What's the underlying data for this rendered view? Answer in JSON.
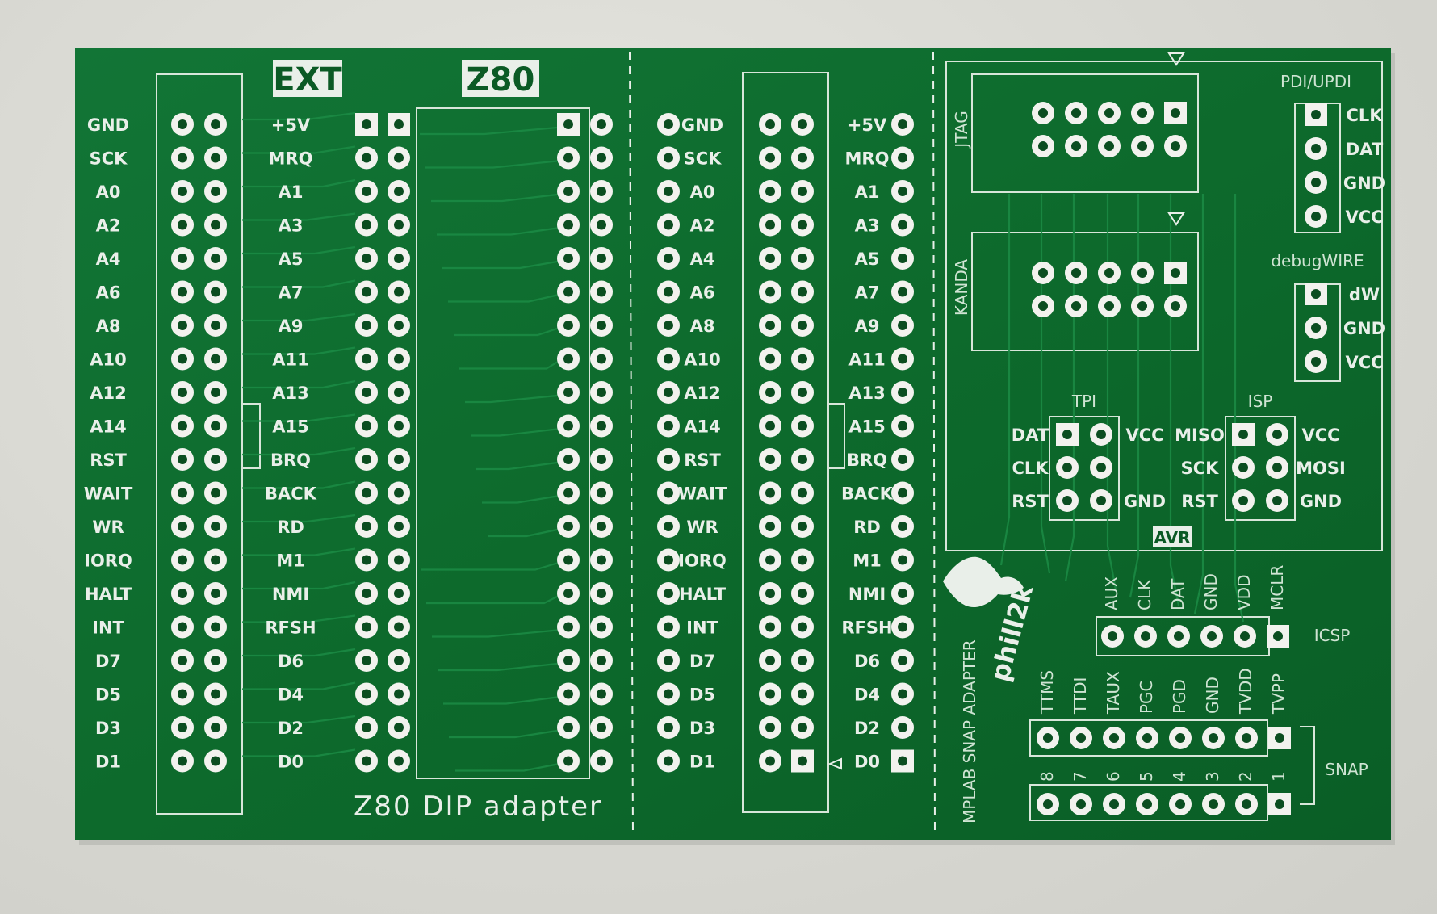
{
  "board": {
    "big_labels": {
      "ext": "EXT",
      "z80": "Z80"
    },
    "title": "Z80 DIP adapter",
    "ext_labels_left": [
      "GND",
      "SCK",
      "A0",
      "A2",
      "A4",
      "A6",
      "A8",
      "A10",
      "A12",
      "A14",
      "RST",
      "WAIT",
      "WR",
      "IORQ",
      "HALT",
      "INT",
      "D7",
      "D5",
      "D3",
      "D1"
    ],
    "ext_labels_right": [
      "+5V",
      "MRQ",
      "A1",
      "A3",
      "A5",
      "A7",
      "A9",
      "A11",
      "A13",
      "A15",
      "BRQ",
      "BACK",
      "RD",
      "M1",
      "NMI",
      "RFSH",
      "D6",
      "D4",
      "D2",
      "D0"
    ],
    "mid_labels_left": [
      "GND",
      "SCK",
      "A0",
      "A2",
      "A4",
      "A6",
      "A8",
      "A10",
      "A12",
      "A14",
      "RST",
      "WAIT",
      "WR",
      "IORQ",
      "HALT",
      "INT",
      "D7",
      "D5",
      "D3",
      "D1"
    ],
    "mid_labels_right": [
      "+5V",
      "MRQ",
      "A1",
      "A3",
      "A5",
      "A7",
      "A9",
      "A11",
      "A13",
      "A15",
      "BRQ",
      "BACK",
      "RD",
      "M1",
      "NMI",
      "RFSH",
      "D6",
      "D4",
      "D2",
      "D0"
    ],
    "right_section": {
      "jtag": "JTAG",
      "kanda": "KANDA",
      "pdi_updi": "PDI/UPDI",
      "pdi_pins": [
        "CLK",
        "DAT",
        "GND",
        "VCC"
      ],
      "debugwire": "debugWIRE",
      "dw_pins": [
        "dW",
        "GND",
        "VCC"
      ],
      "tpi": "TPI",
      "tpi_left": [
        "DAT",
        "CLK",
        "RST"
      ],
      "tpi_right": [
        "VCC",
        "",
        "GND"
      ],
      "isp": "ISP",
      "isp_left": [
        "MISO",
        "SCK",
        "RST"
      ],
      "isp_right": [
        "VCC",
        "MOSI",
        "GND"
      ],
      "avr": "AVR",
      "icsp_pins": [
        "AUX",
        "CLK",
        "DAT",
        "GND",
        "VDD",
        "MCLR"
      ],
      "icsp": "ICSP",
      "snap_pins": [
        "TTMS",
        "TTDI",
        "TAUX",
        "PGC",
        "PGD",
        "GND",
        "TVDD",
        "TVPP"
      ],
      "snap_nums": [
        "8",
        "7",
        "6",
        "5",
        "4",
        "3",
        "2",
        "1"
      ],
      "snap": "SNAP",
      "adapter": "MPLAB SNAP ADAPTER",
      "logo_text": "phill2k"
    }
  },
  "colors": {
    "pcb": "#0f6a2e",
    "silk": "#e9efe9",
    "pad": "#f2f2ee",
    "bg": "#dcdcd6"
  }
}
